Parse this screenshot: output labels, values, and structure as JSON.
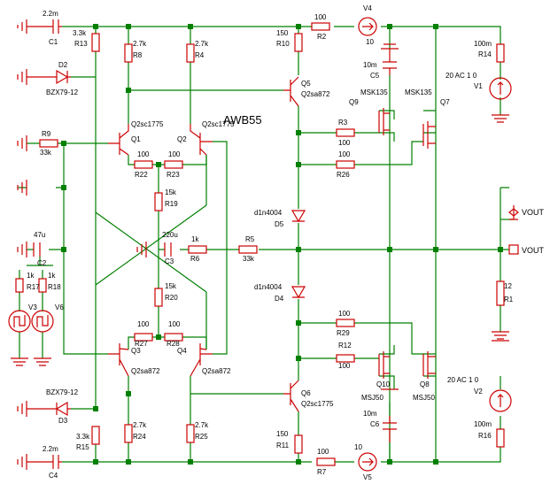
{
  "schematic": {
    "title": "AWB55",
    "labels": {
      "c1_val": "2.2m",
      "c1_name": "C1",
      "r13_val": "3.3k",
      "r13_name": "R13",
      "r8_val": "2.7k",
      "r8_name": "R8",
      "r4_val": "2.7k",
      "r4_name": "R4",
      "r10_val": "150",
      "r10_name": "R10",
      "r2_val": "100",
      "r2_name": "R2",
      "v4_name": "V4",
      "v4_val": "10",
      "r14_val": "100m",
      "r14_name": "R14",
      "v1_val": "20 AC 1 0",
      "v1_name": "V1",
      "d2_name": "D2",
      "d2_val": "BZX79-12",
      "c5_val": "10m",
      "c5_name": "C5",
      "q9_model": "MSK135",
      "q9_name": "Q9",
      "q7_model": "MSK135",
      "q7_name": "Q7",
      "q5_name": "Q5",
      "q5_model": "Q2sa872",
      "q1_model": "Q2sc1775",
      "q1_name": "Q1",
      "q2_model": "Q2sc1775",
      "q2_name": "Q2",
      "r9_name": "R9",
      "r9_val": "33k",
      "r22_val": "100",
      "r22_name": "R22",
      "r23_val": "100",
      "r23_name": "R23",
      "r3_name": "R3",
      "r3_val": "100",
      "r26_val": "100",
      "r26_name": "R26",
      "r19_val": "15k",
      "r19_name": "R19",
      "d5_model": "d1n4004",
      "d5_name": "D5",
      "vout1": "VOUT",
      "vout2": "VOUT",
      "c2_val": "47u",
      "c2_name": "C2",
      "c3_val": "220u",
      "c3_name": "C3",
      "r6_val": "1k",
      "r6_name": "R6",
      "r5_name": "R5",
      "r5_val": "33k",
      "r17_val": "1k",
      "r17_name": "R17",
      "r18_val": "1k",
      "r18_name": "R18",
      "v3_name": "V3",
      "v6_name": "V6",
      "r20_val": "15k",
      "r20_name": "R20",
      "d4_model": "d1n4004",
      "d4_name": "D4",
      "r1_val": "12",
      "r1_name": "R1",
      "r29_val": "100",
      "r29_name": "R29",
      "r12_name": "R12",
      "r12_val": "100",
      "r27_val": "100",
      "r27_name": "R27",
      "r28_val": "100",
      "r28_name": "R28",
      "q3_name": "Q3",
      "q3_model": "Q2sa872",
      "q4_name": "Q4",
      "q4_model": "Q2sa872",
      "q10_name": "Q10",
      "q10_model": "MSJ50",
      "q8_name": "Q8",
      "q8_model": "MSJ50",
      "v2_val": "20 AC 1 0",
      "v2_name": "V2",
      "d3_name": "D3",
      "d3_val": "BZX79-12",
      "q6_name": "Q6",
      "q6_model": "Q2sc1775",
      "c6_val": "10m",
      "c6_name": "C6",
      "r24_val": "2.7k",
      "r24_name": "R24",
      "r25_val": "2.7k",
      "r25_name": "R25",
      "r11_val": "150",
      "r11_name": "R11",
      "r16_val": "100m",
      "r16_name": "R16",
      "r15_val": "3.3k",
      "r15_name": "R15",
      "c4_val": "2.2m",
      "c4_name": "C4",
      "r7_val": "100",
      "r7_name": "R7",
      "v5_val": "10",
      "v5_name": "V5"
    }
  }
}
